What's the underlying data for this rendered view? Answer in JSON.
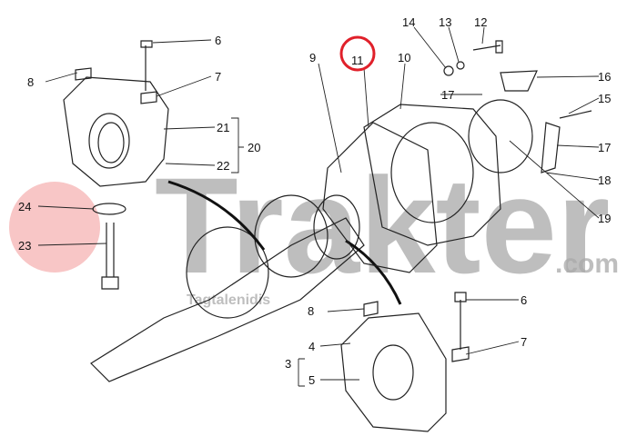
{
  "diagram": {
    "watermark": {
      "brand": "Trakter",
      "suffix": ".com",
      "sub": "Tagtalenidis",
      "logo_color": "#f08080"
    },
    "highlight_color": "#e0202a",
    "highlighted_part": "11",
    "labels": {
      "l6a": "6",
      "l7a": "7",
      "l8a": "8",
      "l21": "21",
      "l20": "20",
      "l22": "22",
      "l24": "24",
      "l23": "23",
      "l9": "9",
      "l11": "11",
      "l10": "10",
      "l14": "14",
      "l13": "13",
      "l12": "12",
      "l16": "16",
      "l17a": "17",
      "l15": "15",
      "l17b": "17",
      "l18": "18",
      "l19": "19",
      "l6b": "6",
      "l8b": "8",
      "l7b": "7",
      "l4": "4",
      "l3": "3",
      "l5": "5"
    }
  }
}
